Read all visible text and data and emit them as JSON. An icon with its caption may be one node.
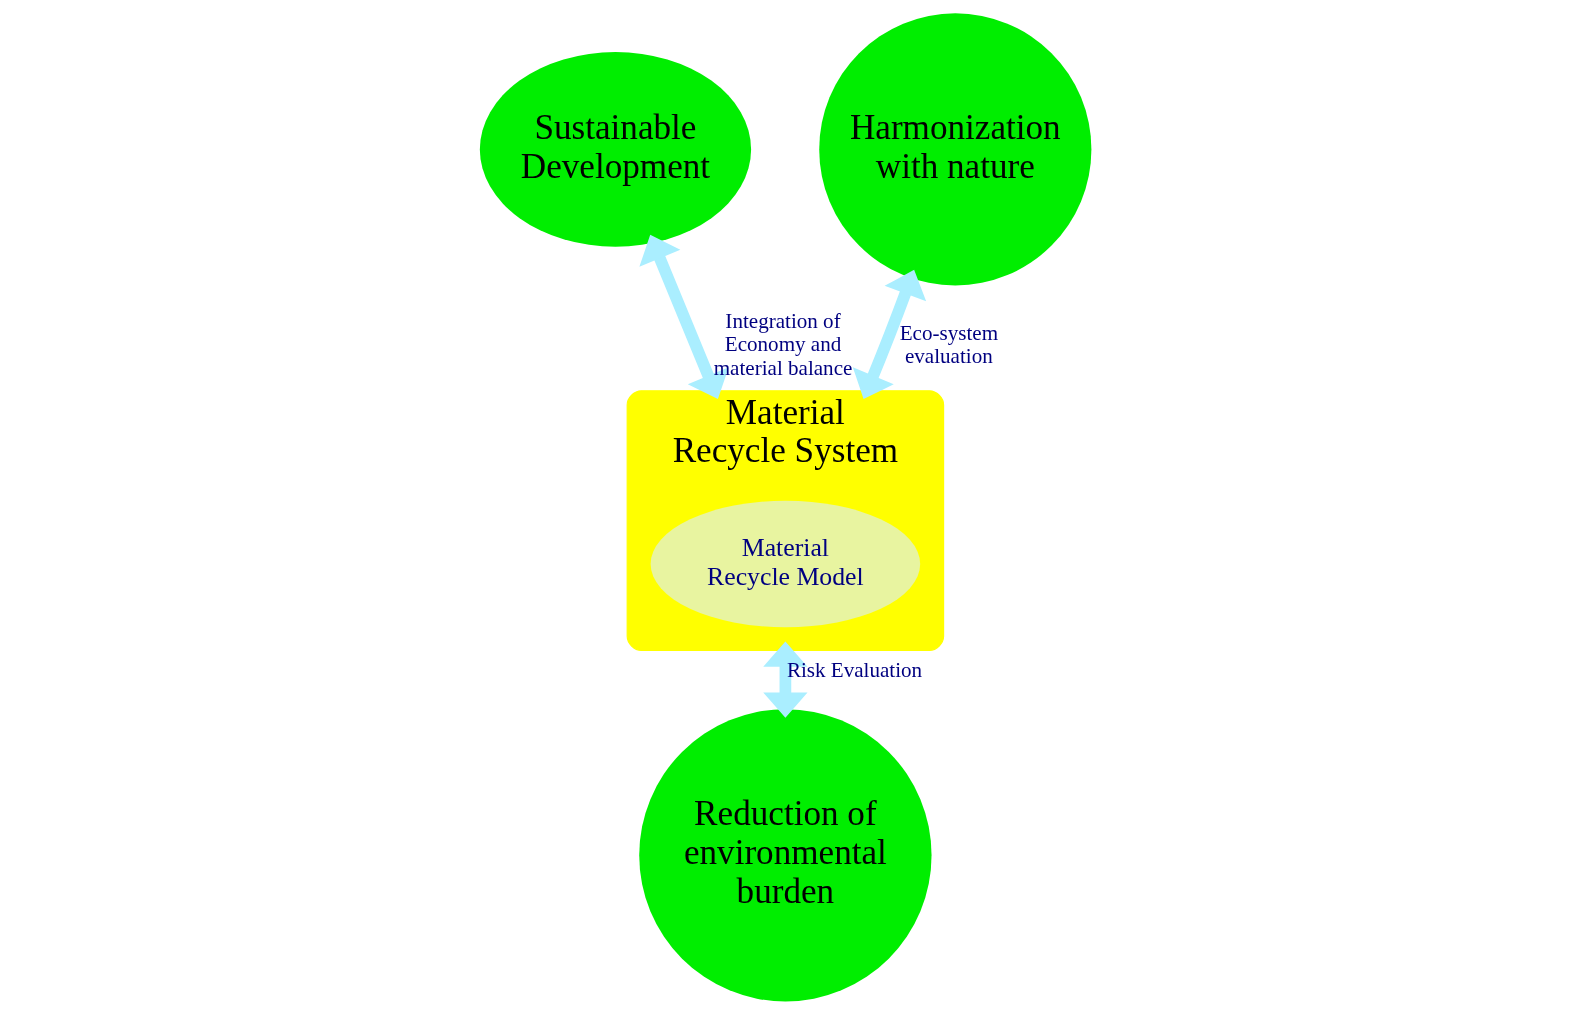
{
  "diagram": {
    "nodes": [
      {
        "text": [
          "Sustainable Development"
        ]
      },
      {
        "text": [
          "Material Recycle System"
        ]
      },
      {
        "text": [
          "Material Recycle Model"
        ],
        "in": 1
      },
      {
        "text": [
          "Harmonization with nature"
        ]
      },
      {
        "text": [
          "Reduction of environmental burden"
        ]
      }
    ],
    "edges": [
      {
        "from": 0,
        "to": 1,
        "arrow": "both",
        "label": "Integration of Economy and material balance"
      },
      {
        "from": 3,
        "to": 1,
        "arrow": "both",
        "label": "Eco-system evaluation"
      },
      {
        "from": 1,
        "to": 4,
        "arrow": "both",
        "label": "Risk Evaluation"
      }
    ]
  }
}
